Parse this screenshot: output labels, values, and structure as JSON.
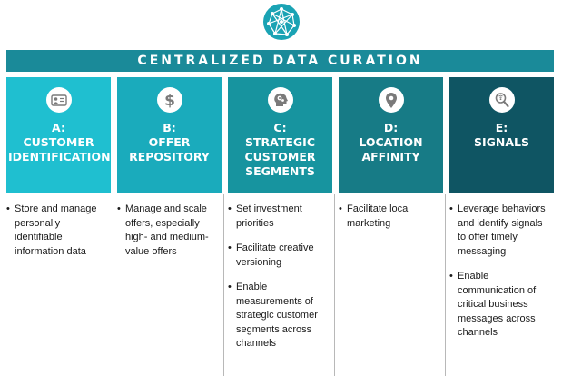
{
  "banner": {
    "title": "CENTRALIZED DATA CURATION"
  },
  "logo": {
    "icon": "network-globe-icon"
  },
  "columns": [
    {
      "color": "#1fbfd0",
      "icon": "id-card-icon",
      "title_lines": [
        "A:",
        "CUSTOMER",
        "IDENTIFICATION"
      ],
      "bullets": [
        "Store and manage personally identifiable information data"
      ]
    },
    {
      "color": "#1aabbc",
      "icon": "dollar-icon",
      "title_lines": [
        "B:",
        "OFFER",
        "REPOSITORY"
      ],
      "bullets": [
        "Manage and scale offers, especially high- and medium-value offers"
      ]
    },
    {
      "color": "#17949f",
      "icon": "head-gears-icon",
      "title_lines": [
        "C:",
        "STRATEGIC",
        "CUSTOMER",
        "SEGMENTS"
      ],
      "bullets": [
        "Set investment priorities",
        "Facilitate creative versioning",
        "Enable measurements of strategic customer segments across channels"
      ]
    },
    {
      "color": "#177b86",
      "icon": "location-pin-icon",
      "title_lines": [
        "D:",
        "LOCATION",
        "AFFINITY"
      ],
      "bullets": [
        "Facilitate local marketing"
      ]
    },
    {
      "color": "#0f5563",
      "icon": "signal-search-icon",
      "title_lines": [
        "E:",
        "SIGNALS"
      ],
      "bullets": [
        "Leverage behaviors and identify signals to offer timely messaging",
        "Enable communication of critical business messages across channels"
      ]
    }
  ]
}
